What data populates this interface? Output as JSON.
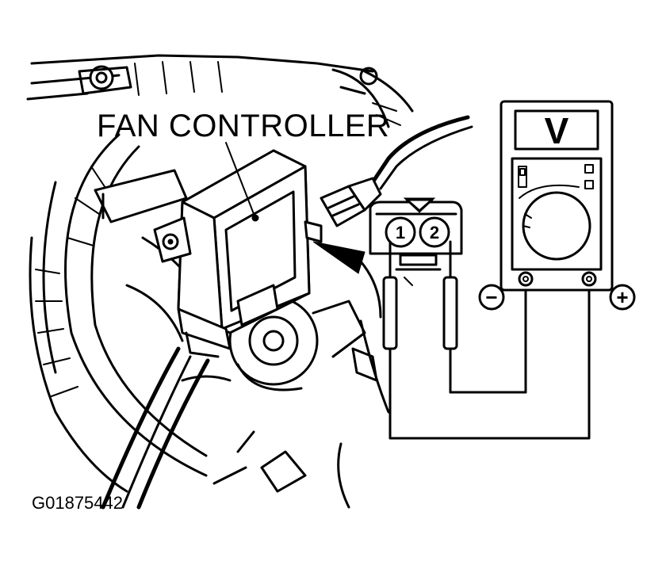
{
  "labels": {
    "component": "FAN CONTROLLER",
    "figure_id": "G01875442"
  },
  "connector": {
    "pin1": "1",
    "pin2": "2"
  },
  "meter": {
    "mode_symbol": "V",
    "negative_symbol": "−",
    "positive_symbol": "+"
  },
  "colors": {
    "ink": "#000000",
    "paper": "#ffffff"
  }
}
